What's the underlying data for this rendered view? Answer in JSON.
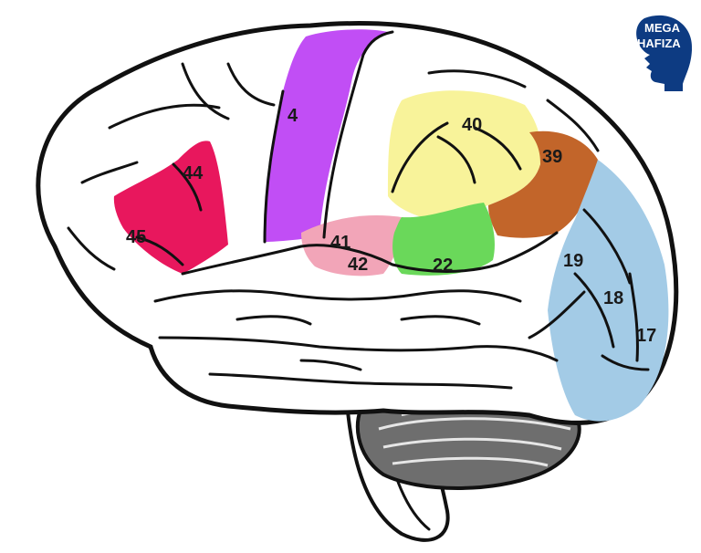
{
  "logo": {
    "line1": "MEGA",
    "line2": "HAFIZA",
    "color": "#0d3b82"
  },
  "regions": [
    {
      "id": "4",
      "label": "4",
      "color": "#c14ef5"
    },
    {
      "id": "44",
      "label": "44",
      "color": "#e8175d"
    },
    {
      "id": "45",
      "label": "45",
      "color": "#e8175d"
    },
    {
      "id": "40",
      "label": "40",
      "color": "#f8f39a"
    },
    {
      "id": "39",
      "label": "39",
      "color": "#c2652a"
    },
    {
      "id": "41",
      "label": "41",
      "color": "#f2a5b8"
    },
    {
      "id": "42",
      "label": "42",
      "color": "#f2a5b8"
    },
    {
      "id": "22",
      "label": "22",
      "color": "#6ad85a"
    },
    {
      "id": "19",
      "label": "19",
      "color": "#a3cbe6"
    },
    {
      "id": "18",
      "label": "18",
      "color": "#a3cbe6"
    },
    {
      "id": "17",
      "label": "17",
      "color": "#a3cbe6"
    }
  ]
}
